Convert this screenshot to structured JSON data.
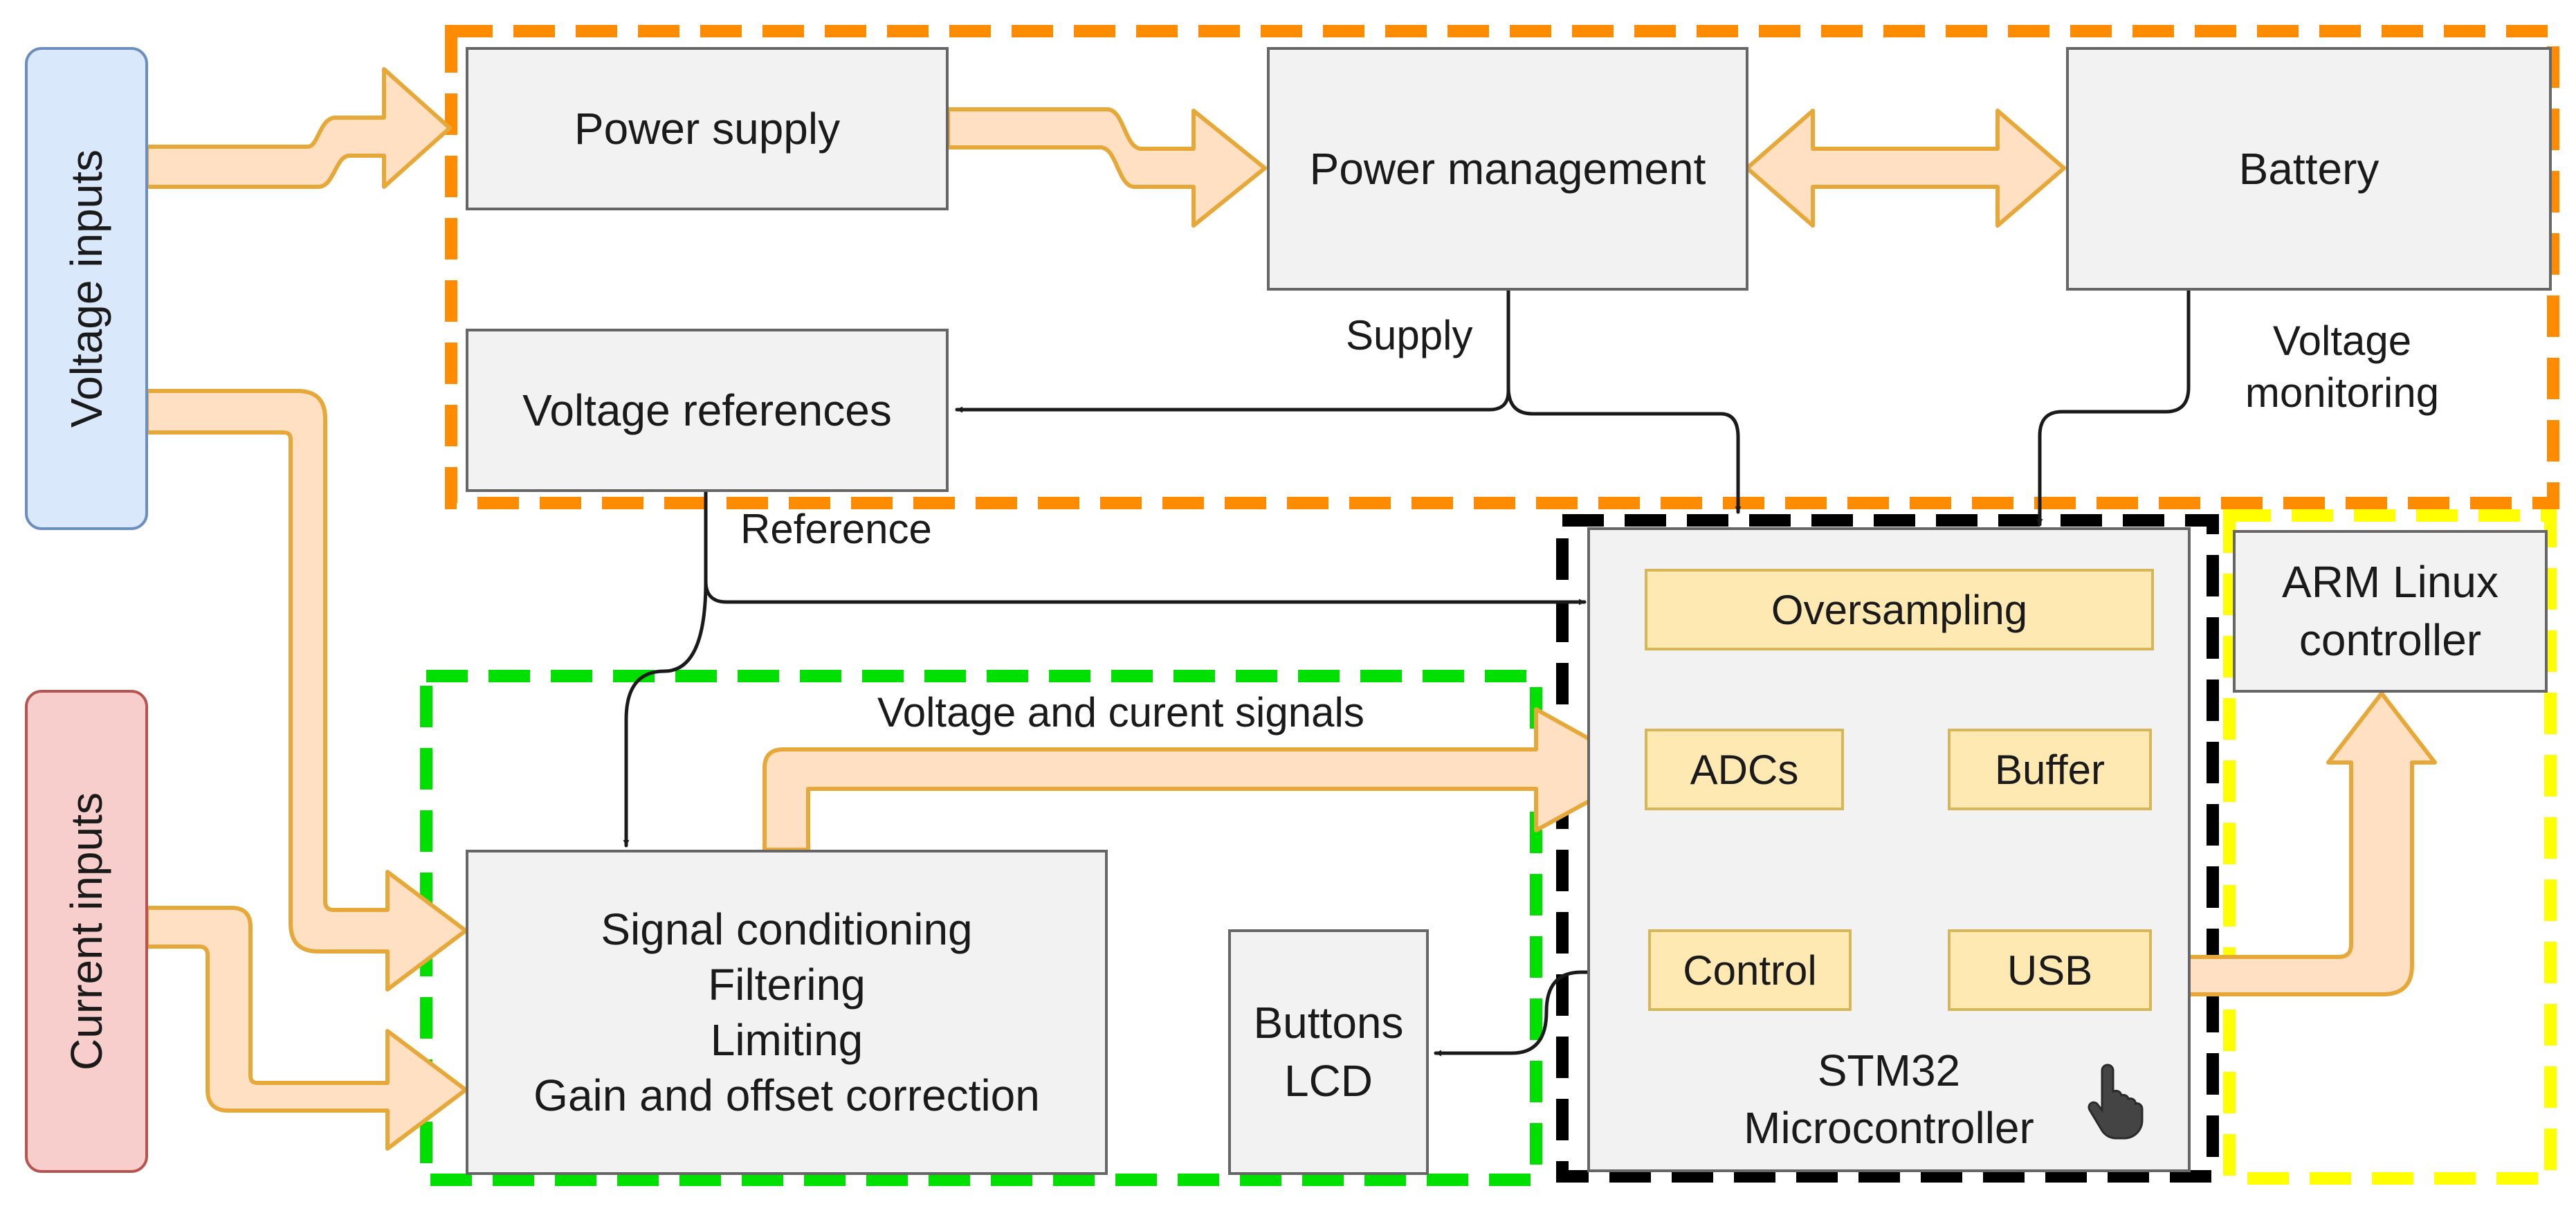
{
  "inputs": {
    "voltage": "Voltage inputs",
    "current": "Current inputs"
  },
  "blocks": {
    "power_supply": "Power supply",
    "power_management": "Power management",
    "battery": "Battery",
    "voltage_references": "Voltage references",
    "signal_conditioning": [
      "Signal conditioning",
      "Filtering",
      "Limiting",
      "Gain and offset correction"
    ],
    "buttons_lcd": [
      "Buttons",
      "LCD"
    ],
    "arm_linux": [
      "ARM Linux",
      "controller"
    ]
  },
  "mcu": {
    "oversampling": "Oversampling",
    "adcs": "ADCs",
    "buffer": "Buffer",
    "control": "Control",
    "usb": "USB",
    "name": [
      "STM32",
      "Microcontroller"
    ]
  },
  "labels": {
    "supply": "Supply",
    "voltage_monitoring": [
      "Voltage",
      "monitoring"
    ],
    "reference": "Reference",
    "signals": "Voltage and curent signals"
  },
  "colors": {
    "power_region": "#ff8c00",
    "analog_region": "#00e000",
    "mcu_region": "#000000",
    "linux_region": "#ffff00",
    "flow_arrow_fill": "#ffe0c2",
    "flow_arrow_stroke": "#e6a838"
  },
  "icons": [
    "hand-pointer-icon"
  ]
}
